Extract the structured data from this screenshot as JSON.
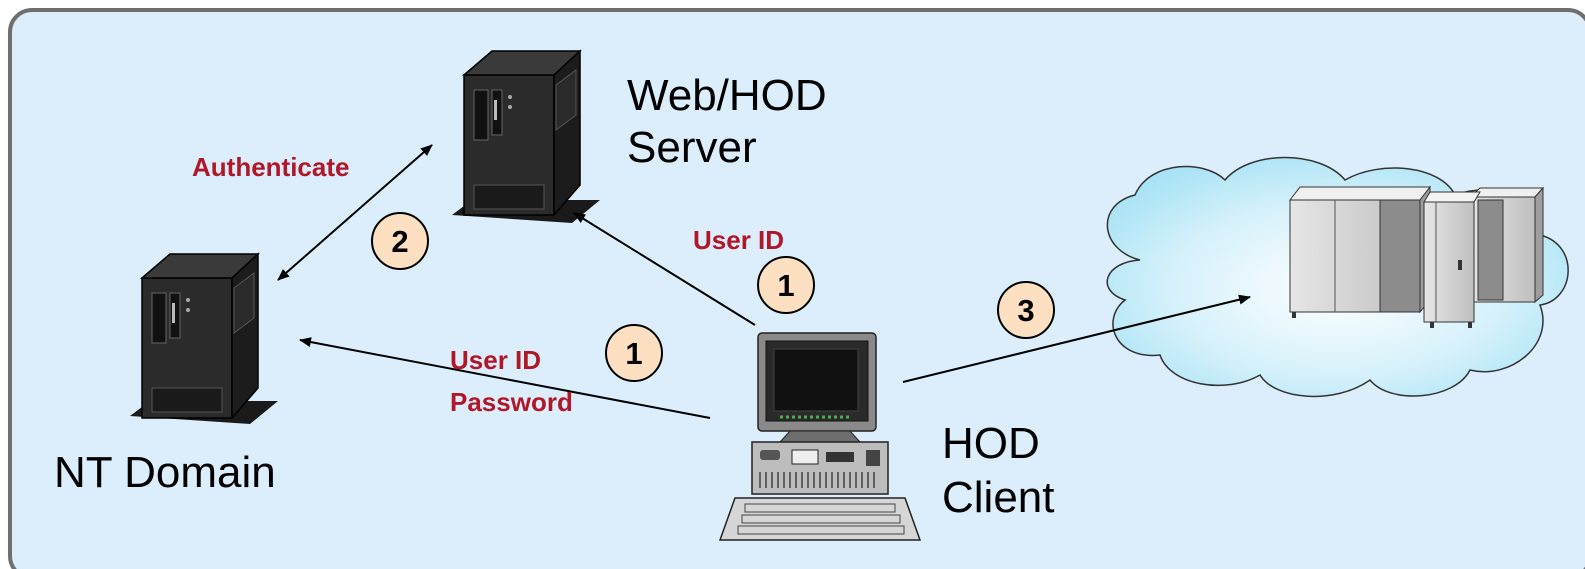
{
  "labels": {
    "web_server": [
      "Web/HOD",
      "Server"
    ],
    "nt_domain": "NT Domain",
    "hod_client": [
      "HOD",
      "Client"
    ]
  },
  "annotations": {
    "authenticate": "Authenticate",
    "user_id_top": "User ID",
    "user_id_left": "User ID",
    "password_left": "Password"
  },
  "steps": {
    "step_auth": "2",
    "step_top": "1",
    "step_left": "1",
    "step_host": "3"
  },
  "colors": {
    "background": "#dcedfb",
    "border": "#6f6f6f",
    "annotation_red": "#b0182a",
    "step_fill": "#fde0c2"
  },
  "icons": [
    "tower-server-icon",
    "tower-server-icon",
    "desktop-computer-icon",
    "mainframe-icon",
    "cloud-icon"
  ]
}
